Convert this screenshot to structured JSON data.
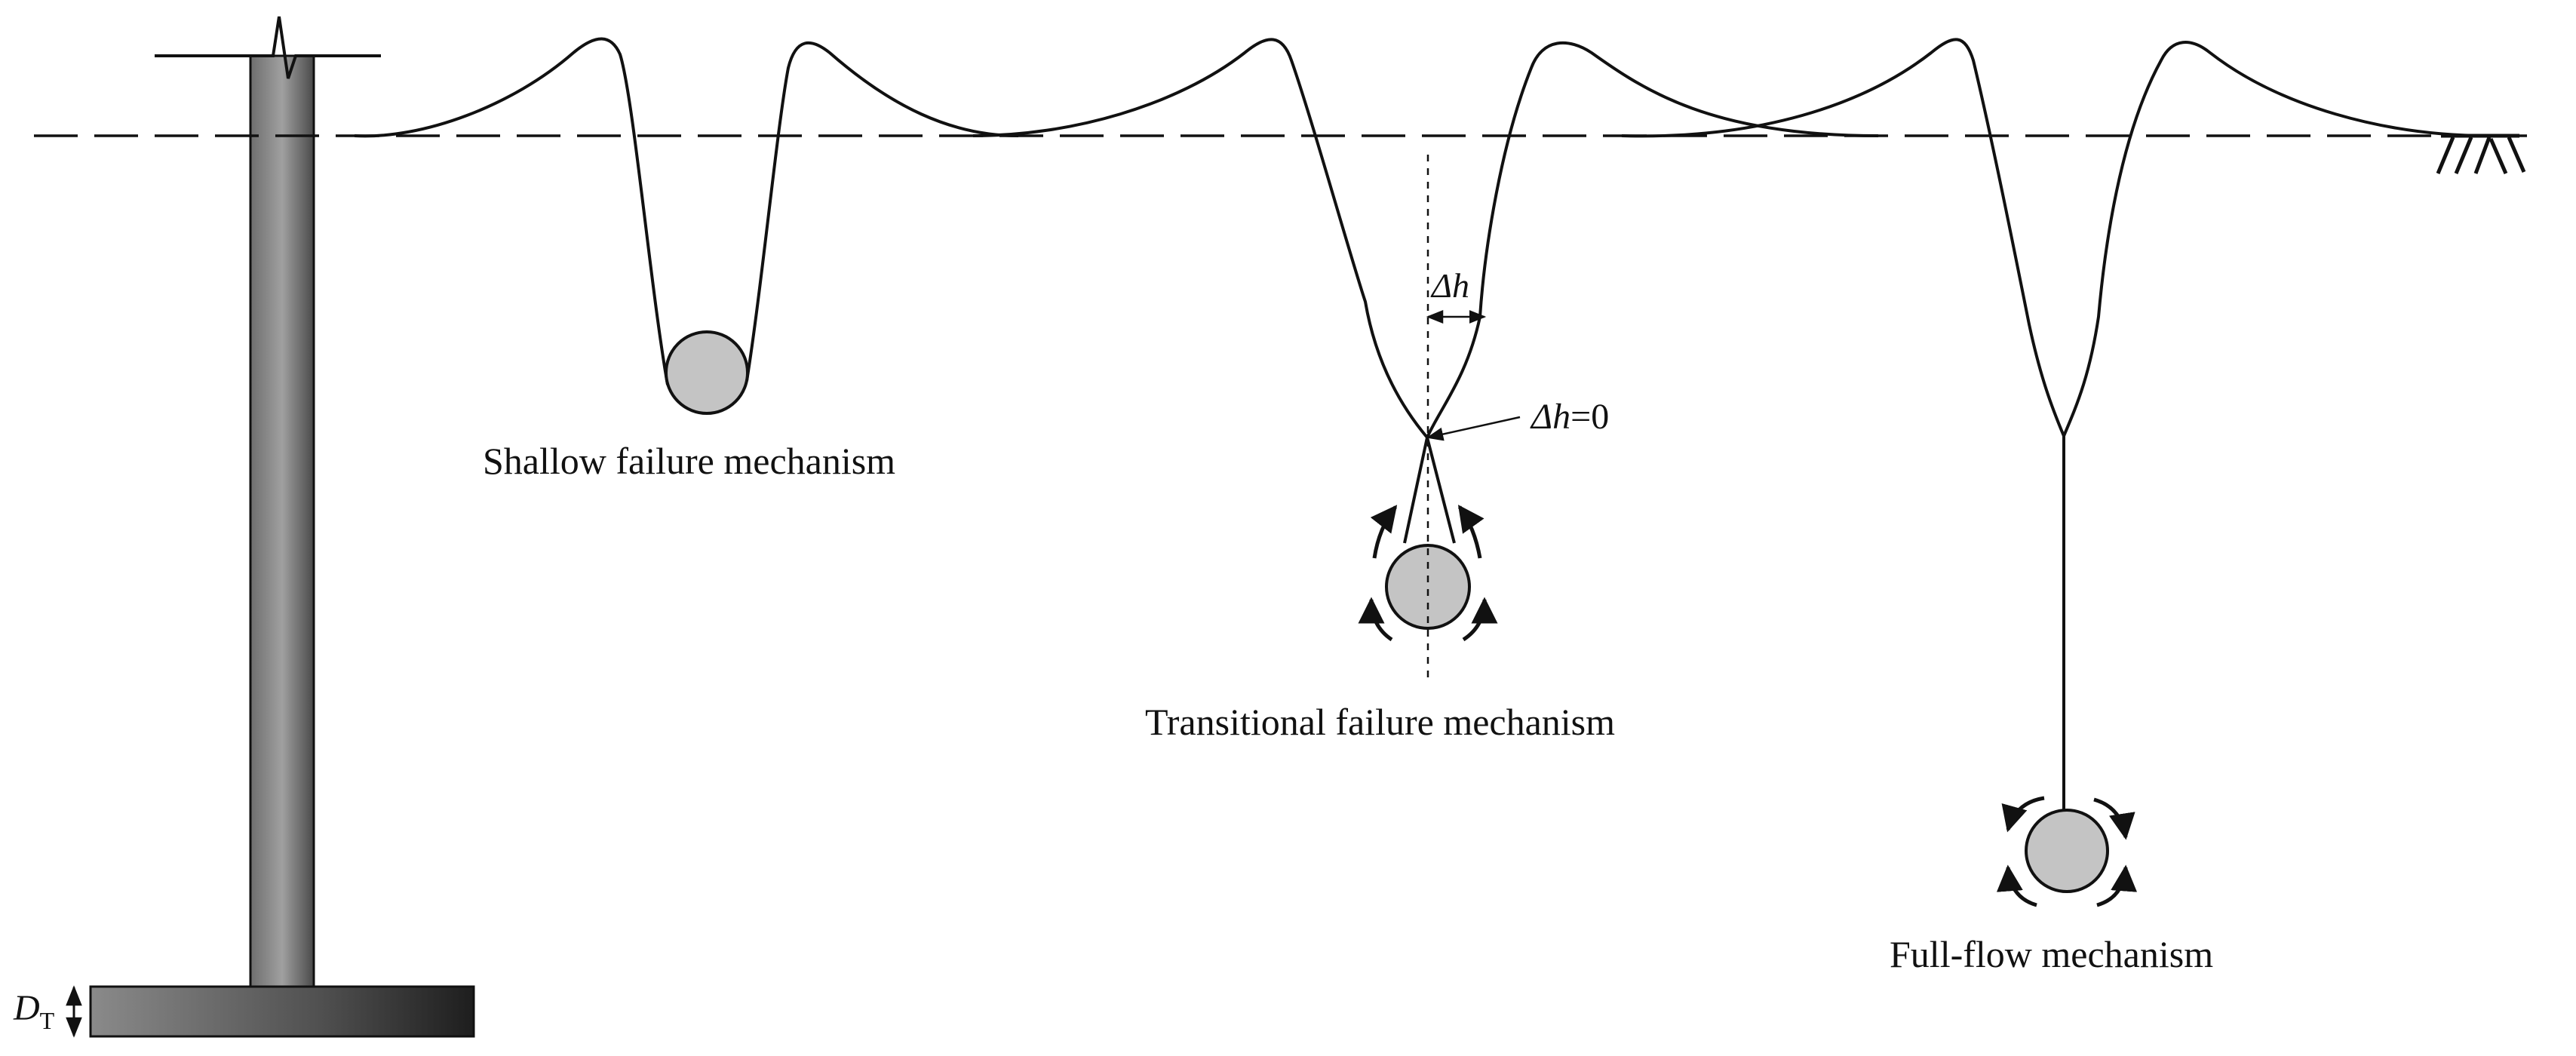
{
  "labels": {
    "shallow": "Shallow failure mechanism",
    "transitional": "Transitional failure mechanism",
    "full_flow": "Full-flow mechanism",
    "delta_h_symbol": "Δh",
    "delta_h_zero_symbol": "Δh",
    "delta_h_zero_value": "=0",
    "dt_main": "D",
    "dt_sub": "T"
  },
  "colors": {
    "line": "#111111",
    "pipe_fill": "#c4c4c4",
    "pile_dark": "#5a5a5a",
    "pile_light": "#a8a8a8"
  }
}
